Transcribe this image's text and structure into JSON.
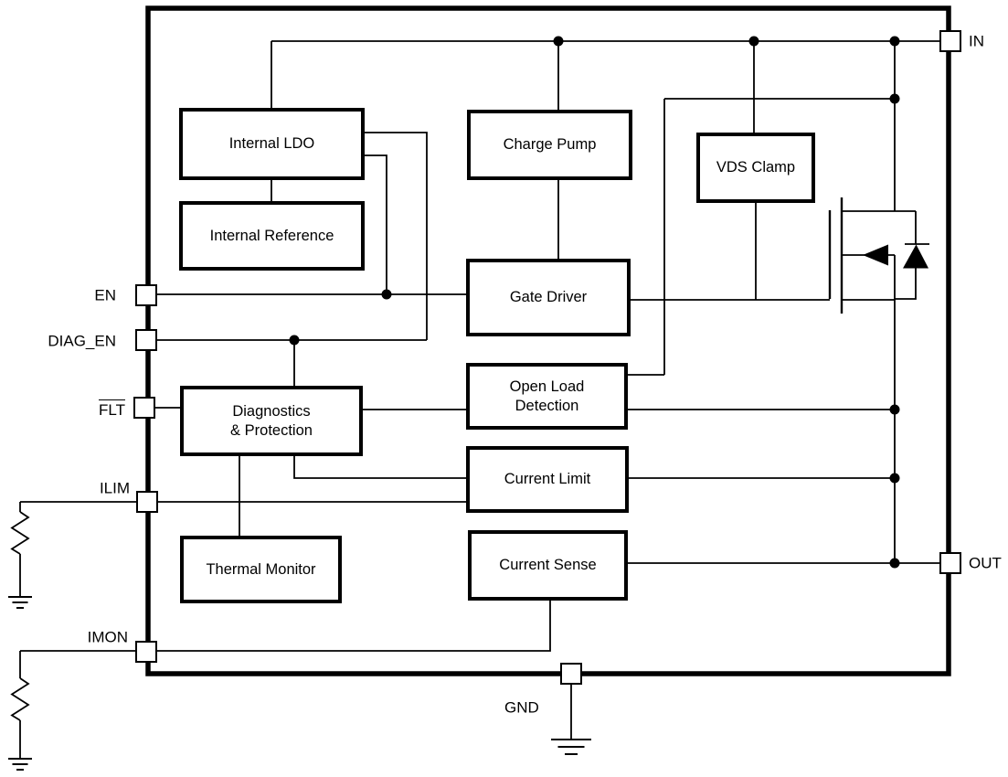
{
  "diagram": {
    "description": "Smart high-side switch functional block diagram",
    "colors": {
      "line": "#000000",
      "background": "#ffffff",
      "text": "#000000"
    },
    "blocks": {
      "internal_ldo": "Internal LDO",
      "internal_reference": "Internal Reference",
      "charge_pump": "Charge Pump",
      "vds_clamp": "VDS Clamp",
      "gate_driver": "Gate Driver",
      "open_load_detection": "Open Load\nDetection",
      "current_limit": "Current Limit",
      "diagnostics_protection": "Diagnostics\n& Protection",
      "thermal_monitor": "Thermal Monitor",
      "current_sense": "Current Sense"
    },
    "pins": {
      "in": "IN",
      "out": "OUT",
      "gnd": "GND",
      "en": "EN",
      "diag_en": "DIAG_EN",
      "flt": "FLT",
      "ilim": "ILIM",
      "imon": "IMON"
    }
  }
}
